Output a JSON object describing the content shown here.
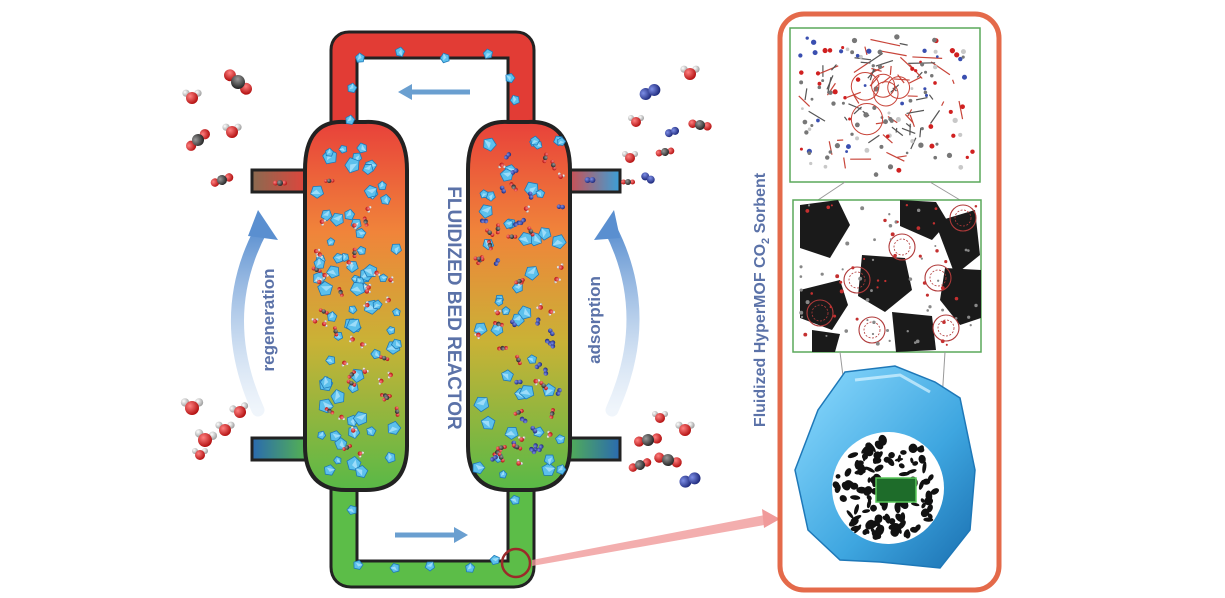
{
  "labels": {
    "reactor": "FLUIDIZED BED REACTOR",
    "regeneration": "regeneration",
    "adsorption": "adsorption",
    "sorbent_prefix": "Fluidized HyperMOF CO",
    "sorbent_sub": "2",
    "sorbent_suffix": " Sorbent"
  },
  "colors": {
    "hot": "#e8413a",
    "mid": "#f0843a",
    "warm": "#c9b236",
    "cool": "#58b947",
    "arrow": "#6a9fd0",
    "label_text": "#5b72a8",
    "panel_border": "#e46a4a",
    "crystal": "#4fb3e3",
    "oxygen": "#d01a1a",
    "carbon": "#3a3a3a",
    "nitrogen": "#28389a",
    "hydrogen": "#f2f2f2"
  },
  "icons": {
    "flow_arrow": "flow-arrow-icon",
    "cycle_arrow": "curved-arrow-icon",
    "molecule": "molecule-icon",
    "crystal": "sorbent-crystal-icon"
  }
}
